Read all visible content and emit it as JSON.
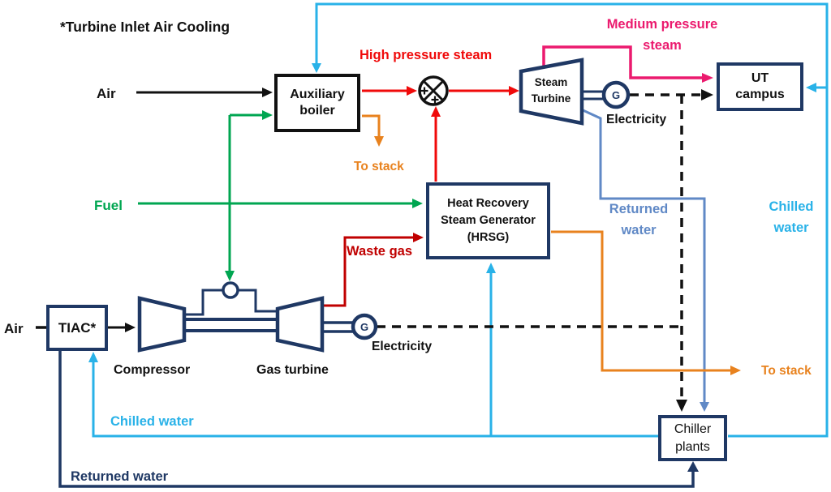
{
  "title": "*Turbine Inlet Air Cooling",
  "boxes": {
    "auxiliary_boiler": "Auxiliary\nboiler",
    "hrsg": "Heat Recovery\nSteam Generator\n(HRSG)",
    "ut_campus": "UT\ncampus",
    "tiac": "TIAC*",
    "chiller_plants": "Chiller\nplants"
  },
  "components": {
    "compressor": "Compressor",
    "gas_turbine": "Gas turbine",
    "steam_turbine": "Steam\nTurbine",
    "generator": "G"
  },
  "labels": {
    "air_top": "Air",
    "air_bottom": "Air",
    "fuel": "Fuel",
    "high_pressure_steam": "High pressure steam",
    "medium_pressure_steam": "Medium pressure\nsteam",
    "waste_gas": "Waste gas",
    "to_stack_boiler": "To stack",
    "to_stack_hrsg": "To stack",
    "electricity_steam_turbine": "Electricity",
    "electricity_gas_turbine": "Electricity",
    "returned_water_steam": "Returned\nwater",
    "returned_water_bottom": "Returned water",
    "chilled_water_left": "Chilled water",
    "chilled_water_right": "Chilled\nwater"
  },
  "colors": {
    "navy_outline": "#1f3864",
    "black": "#111111",
    "steam_red": "#f00a0a",
    "waste_gas_dark_red": "#c00000",
    "fuel_green": "#00a651",
    "stack_orange": "#e8821e",
    "medium_steam_pink": "#eb1a6e",
    "chilled_water_cyan": "#29b2e8",
    "returned_water_steel_blue": "#6089c6"
  }
}
